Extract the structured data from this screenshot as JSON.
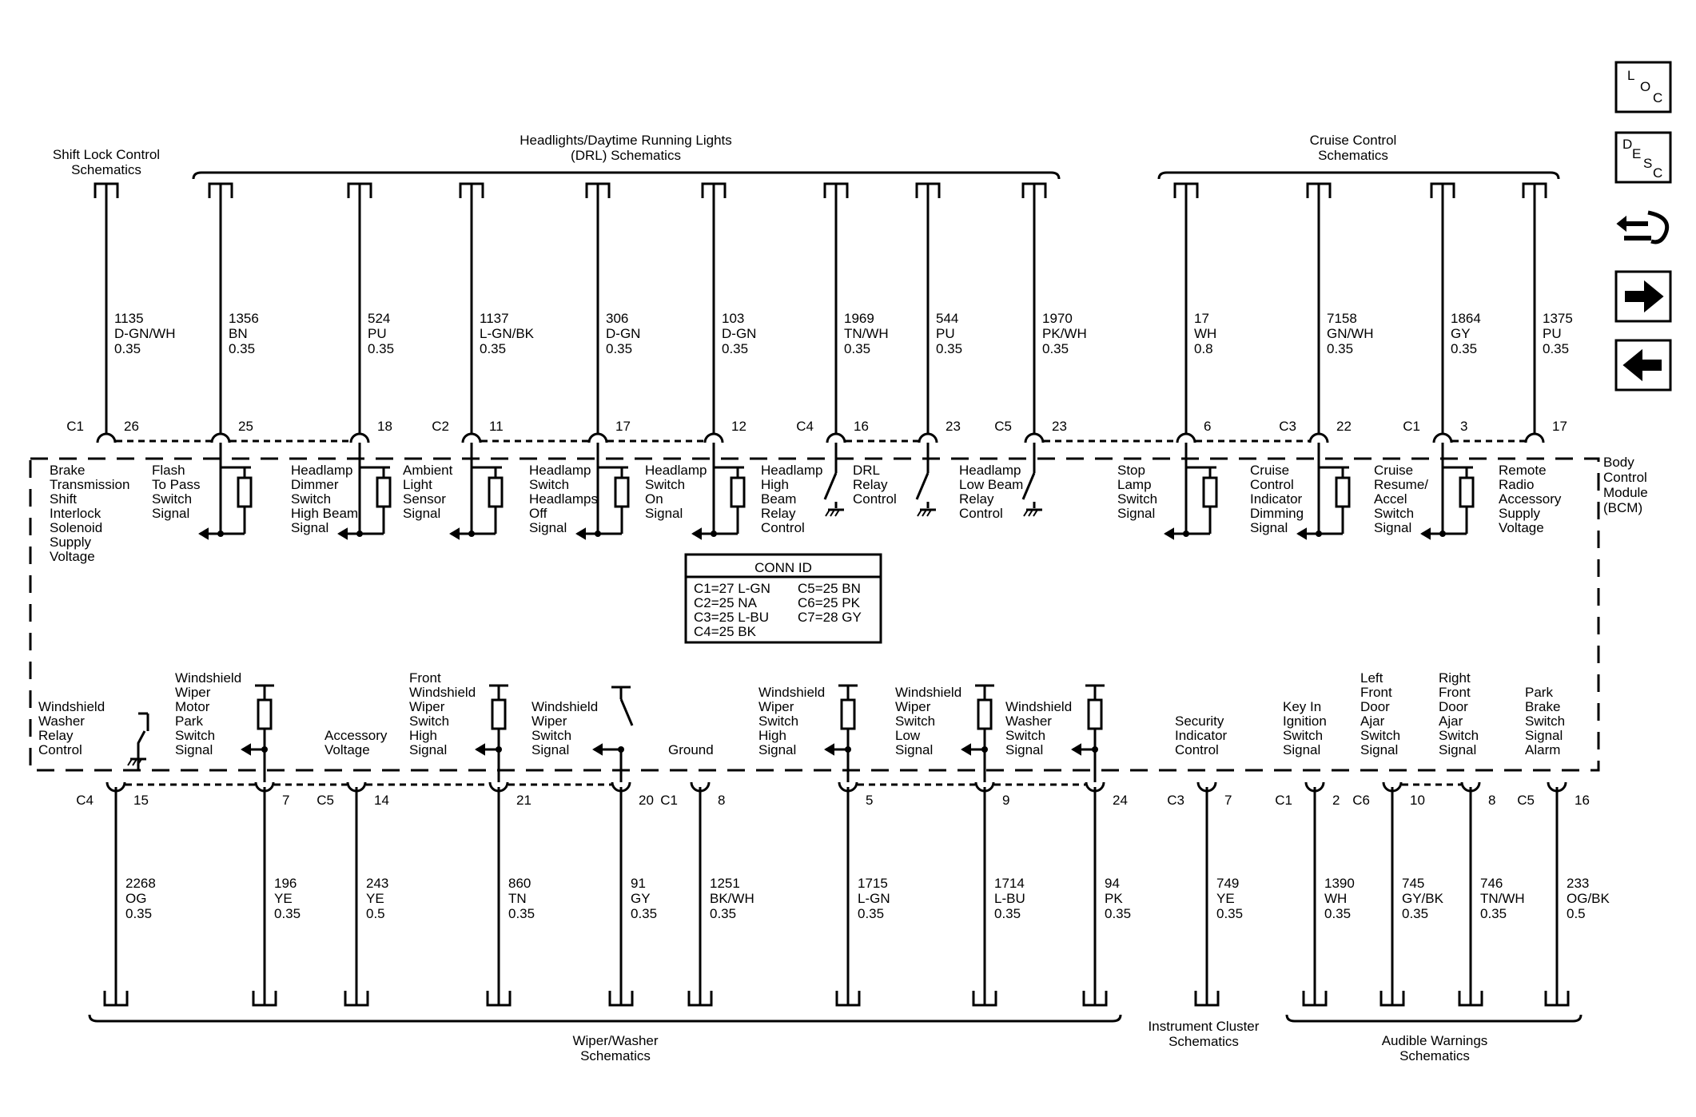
{
  "group_labels": [
    {
      "id": "shift-lock",
      "lines": [
        "Shift Lock Control",
        "Schematics"
      ]
    },
    {
      "id": "headlights-drl",
      "lines": [
        "Headlights/Daytime Running Lights",
        "(DRL) Schematics"
      ]
    },
    {
      "id": "cruise-control",
      "lines": [
        "Cruise Control",
        "Schematics"
      ]
    },
    {
      "id": "wiper-washer",
      "lines": [
        "Wiper/Washer",
        "Schematics"
      ]
    },
    {
      "id": "instrument-cluster",
      "lines": [
        "Instrument Cluster",
        "Schematics"
      ]
    },
    {
      "id": "audible-warnings",
      "lines": [
        "Audible Warnings",
        "Schematics"
      ]
    }
  ],
  "module_label": [
    "Body",
    "Control",
    "Module",
    "(BCM)"
  ],
  "conn_id": {
    "title": "CONN ID",
    "left": [
      "C1=27 L-GN",
      "C2=25 NA",
      "C3=25 L-BU",
      "C4=25 BK"
    ],
    "right": [
      "C5=25 BN",
      "C6=25 PK",
      "C7=28 GY"
    ]
  },
  "nav_icons": [
    {
      "name": "loc-icon",
      "letters": [
        "L",
        "O",
        "C"
      ]
    },
    {
      "name": "desc-icon",
      "letters": [
        "D",
        "E",
        "S",
        "C"
      ]
    },
    {
      "name": "connector-wiring-icon"
    },
    {
      "name": "arrow-right-icon"
    },
    {
      "name": "arrow-left-icon"
    }
  ],
  "top_circuits": [
    {
      "conn": "C1",
      "pin": "26",
      "wire": [
        "1135",
        "D-GN/WH",
        "0.35"
      ],
      "signal": [
        "Brake",
        "Transmission",
        "Shift",
        "Interlock",
        "Solenoid",
        "Supply",
        "Voltage"
      ],
      "symbol": "none"
    },
    {
      "conn": "",
      "pin": "25",
      "wire": [
        "1356",
        "BN",
        "0.35"
      ],
      "signal": [
        "Flash",
        "To Pass",
        "Switch",
        "Signal"
      ],
      "symbol": "resistor"
    },
    {
      "conn": "",
      "pin": "18",
      "wire": [
        "524",
        "PU",
        "0.35"
      ],
      "signal": [
        "Headlamp",
        "Dimmer",
        "Switch",
        "High Beam",
        "Signal"
      ],
      "symbol": "resistor"
    },
    {
      "conn": "C2",
      "pin": "11",
      "wire": [
        "1137",
        "L-GN/BK",
        "0.35"
      ],
      "signal": [
        "Ambient",
        "Light",
        "Sensor",
        "Signal"
      ],
      "symbol": "resistor"
    },
    {
      "conn": "",
      "pin": "17",
      "wire": [
        "306",
        "D-GN",
        "0.35"
      ],
      "signal": [
        "Headlamp",
        "Switch",
        "Headlamps",
        "Off",
        "Signal"
      ],
      "symbol": "resistor"
    },
    {
      "conn": "",
      "pin": "12",
      "wire": [
        "103",
        "D-GN",
        "0.35"
      ],
      "signal": [
        "Headlamp",
        "Switch",
        "On",
        "Signal"
      ],
      "symbol": "resistor"
    },
    {
      "conn": "C4",
      "pin": "16",
      "wire": [
        "1969",
        "TN/WH",
        "0.35"
      ],
      "signal": [
        "Headlamp",
        "High",
        "Beam",
        "Relay",
        "Control"
      ],
      "symbol": "switch"
    },
    {
      "conn": "",
      "pin": "23",
      "wire": [
        "544",
        "PU",
        "0.35"
      ],
      "signal": [
        "DRL",
        "Relay",
        "Control"
      ],
      "symbol": "switch"
    },
    {
      "conn": "C5",
      "pin": "23",
      "wire": [
        "1970",
        "PK/WH",
        "0.35"
      ],
      "signal": [
        "Headlamp",
        "Low Beam",
        "Relay",
        "Control"
      ],
      "symbol": "switch"
    },
    {
      "conn": "",
      "pin": "6",
      "wire": [
        "17",
        "WH",
        "0.8"
      ],
      "signal": [
        "Stop",
        "Lamp",
        "Switch",
        "Signal"
      ],
      "symbol": "resistor"
    },
    {
      "conn": "C3",
      "pin": "22",
      "wire": [
        "7158",
        "GN/WH",
        "0.35"
      ],
      "signal": [
        "Cruise",
        "Control",
        "Indicator",
        "Dimming",
        "Signal"
      ],
      "symbol": "resistor"
    },
    {
      "conn": "C1",
      "pin": "3",
      "wire": [
        "1864",
        "GY",
        "0.35"
      ],
      "signal": [
        "Cruise",
        "Resume/",
        "Accel",
        "Switch",
        "Signal"
      ],
      "symbol": "resistor"
    },
    {
      "conn": "",
      "pin": "17",
      "wire": [
        "1375",
        "PU",
        "0.35"
      ],
      "signal": [
        "Remote",
        "Radio",
        "Accessory",
        "Supply",
        "Voltage"
      ],
      "symbol": "none"
    }
  ],
  "bottom_circuits": [
    {
      "conn": "C4",
      "pin": "15",
      "wire": [
        "2268",
        "OG",
        "0.35"
      ],
      "signal": [
        "Windshield",
        "Washer",
        "Relay",
        "Control"
      ],
      "symbol": "switch"
    },
    {
      "conn": "",
      "pin": "7",
      "wire": [
        "196",
        "YE",
        "0.35"
      ],
      "signal": [
        "Windshield",
        "Wiper",
        "Motor",
        "Park",
        "Switch",
        "Signal"
      ],
      "symbol": "resistor"
    },
    {
      "conn": "C5",
      "pin": "14",
      "wire": [
        "243",
        "YE",
        "0.5"
      ],
      "signal": [
        "Accessory",
        "Voltage"
      ],
      "symbol": "none"
    },
    {
      "conn": "",
      "pin": "21",
      "wire": [
        "860",
        "TN",
        "0.35"
      ],
      "signal": [
        "Front",
        "Windshield",
        "Wiper",
        "Switch",
        "High",
        "Signal"
      ],
      "symbol": "resistor"
    },
    {
      "conn": "",
      "pin": "20",
      "wire": [
        "91",
        "GY",
        "0.35"
      ],
      "signal": [
        "Windshield",
        "Wiper",
        "Switch",
        "Signal"
      ],
      "symbol": "switch"
    },
    {
      "conn": "C1",
      "pin": "8",
      "wire": [
        "1251",
        "BK/WH",
        "0.35"
      ],
      "signal": [
        "Ground"
      ],
      "symbol": "none"
    },
    {
      "conn": "",
      "pin": "5",
      "wire": [
        "1715",
        "L-GN",
        "0.35"
      ],
      "signal": [
        "Windshield",
        "Wiper",
        "Switch",
        "High",
        "Signal"
      ],
      "symbol": "resistor"
    },
    {
      "conn": "",
      "pin": "9",
      "wire": [
        "1714",
        "L-BU",
        "0.35"
      ],
      "signal": [
        "Windshield",
        "Wiper",
        "Switch",
        "Low",
        "Signal"
      ],
      "symbol": "resistor"
    },
    {
      "conn": "",
      "pin": "24",
      "wire": [
        "94",
        "PK",
        "0.35"
      ],
      "signal": [
        "Windshield",
        "Washer",
        "Switch",
        "Signal"
      ],
      "symbol": "resistor"
    },
    {
      "conn": "C3",
      "pin": "7",
      "wire": [
        "749",
        "YE",
        "0.35"
      ],
      "signal": [
        "Security",
        "Indicator",
        "Control"
      ],
      "symbol": "none"
    },
    {
      "conn": "C1",
      "pin": "2",
      "wire": [
        "1390",
        "WH",
        "0.35"
      ],
      "signal": [
        "Key In",
        "Ignition",
        "Switch",
        "Signal"
      ],
      "symbol": "none"
    },
    {
      "conn": "C6",
      "pin": "10",
      "wire": [
        "745",
        "GY/BK",
        "0.35"
      ],
      "signal": [
        "Left",
        "Front",
        "Door",
        "Ajar",
        "Switch",
        "Signal"
      ],
      "symbol": "none"
    },
    {
      "conn": "",
      "pin": "8",
      "wire": [
        "746",
        "TN/WH",
        "0.35"
      ],
      "signal": [
        "Right",
        "Front",
        "Door",
        "Ajar",
        "Switch",
        "Signal"
      ],
      "symbol": "none"
    },
    {
      "conn": "C5",
      "pin": "16",
      "wire": [
        "233",
        "OG/BK",
        "0.5"
      ],
      "signal": [
        "Park",
        "Brake",
        "Switch",
        "Signal",
        "Alarm"
      ],
      "symbol": "none"
    }
  ]
}
